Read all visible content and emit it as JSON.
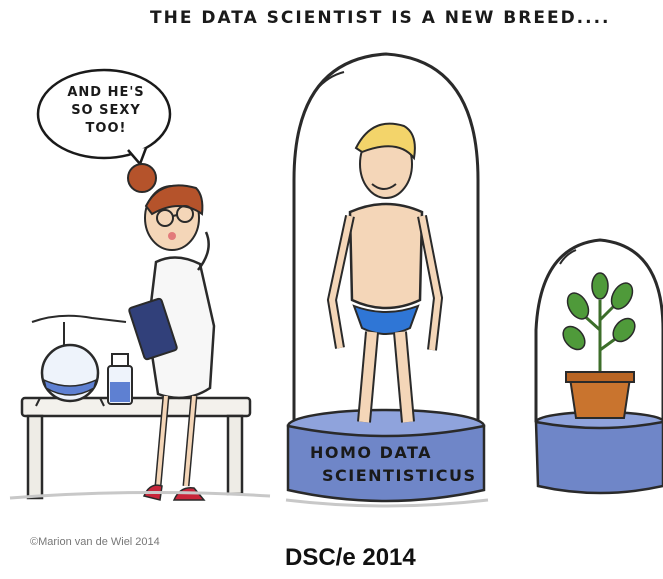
{
  "title": "THE DATA SCIENTIST IS A NEW BREED....",
  "speech_bubble": "AND HE'S\nSO SEXY\nTOO!",
  "pedestal": {
    "line1": "HOMO DATA",
    "line2": "SCIENTISTICUS"
  },
  "copyright": "©Marion van de Wiel 2014",
  "footer": "DSC/e 2014",
  "colors": {
    "pedestal_blue": "#6f86c8",
    "dome_outline": "#2a2a2a",
    "skin": "#f4d6b8",
    "briefs": "#2f76d6",
    "hair_blond": "#f3d46a",
    "hair_red": "#b5532b",
    "lab_coat": "#f7f7f7",
    "pot": "#c9742e",
    "leaves": "#4f9a3a"
  }
}
